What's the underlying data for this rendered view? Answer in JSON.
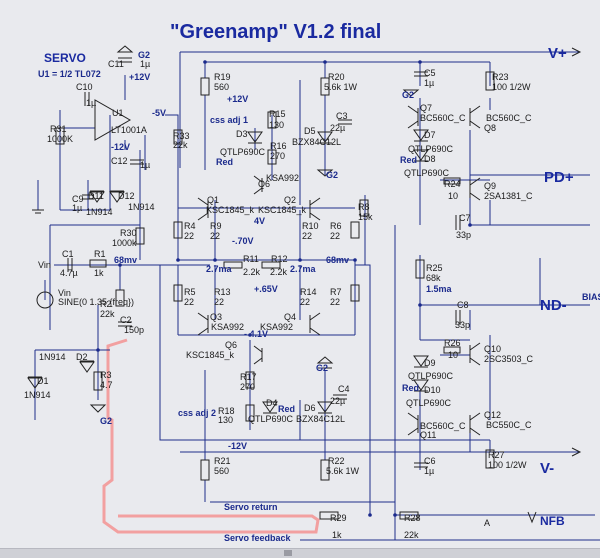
{
  "title": "\"Greenamp\" V1.2 final",
  "rails": {
    "vplus": "V+",
    "pdplus": "PD+",
    "ndminus": "ND-",
    "vminus": "V-",
    "nfb": "NFB",
    "bias": "BIAS",
    "node_a": "A"
  },
  "servo": {
    "heading": "SERVO",
    "subtitle": "U1 = 1/2 TL072",
    "opamp": "U1",
    "opamp_model": "LT1001A",
    "vpos": "+12V",
    "vneg": "-12V",
    "vneg5": "-5V",
    "g2": "G2"
  },
  "labels": {
    "C11": "C11",
    "C11v": "1µ",
    "C10": "C10",
    "C10v": "1µ",
    "R31": "R31",
    "R31v": "1000K",
    "R33": "R33",
    "R33v": "22k",
    "C12": "C12",
    "C12v": "1µ",
    "C9": "C9",
    "C9v": "1µ",
    "D11": "D11",
    "D11m": "1N914",
    "D12": "D12",
    "D12m": "1N914",
    "R30": "R30",
    "R30v": "1000k",
    "C1": "C1",
    "C1v": "4.7µ",
    "R1": "R1",
    "R1v": "1k",
    "Vin": "Vin",
    "Vinsrc": "Vin",
    "sine": "SINE(0 1.35 {freq})",
    "R2": "R2",
    "R2v": "22k",
    "C2": "C2",
    "C2v": "150p",
    "mv68a": "68mv",
    "mv68b": "68mv",
    "D1": "D1",
    "D1m": "1N914",
    "D2": "D2",
    "D2m": "1N914",
    "R3": "R3",
    "R3v": "4.7",
    "G2a": "G2",
    "R19": "R19",
    "R19v": "560",
    "R20": "R20",
    "R20v": "5.6k 1W",
    "R15": "R15",
    "R15v": "130",
    "C3": "C3",
    "C3v": "22µ",
    "cssadj1": "css adj 1",
    "D3": "D3",
    "D3m": "QTLP690C",
    "D3c": "Red",
    "R16": "R16",
    "R16v": "270",
    "D5": "D5",
    "D5m": "BZX84C12L",
    "Q6a": "Q6",
    "Q6am": "KSA992",
    "G2b": "G2",
    "Q1": "Q1",
    "Q1m": "KSC1845_k",
    "Q2": "Q2",
    "Q2m": "KSC1845_k",
    "R8": "R8",
    "R8v": "15k",
    "R4": "R4",
    "R4v": "22",
    "R9": "R9",
    "R9v": "22",
    "R10": "R10",
    "R10v": "22",
    "R6": "R6",
    "R6v": "22",
    "v4": "4V",
    "v070": "-.70V",
    "R11": "R11",
    "R11v": "2.2k",
    "R12": "R12",
    "R12v": "2.2k",
    "ma27a": "2.7ma",
    "ma27b": "2.7ma",
    "v065": "+.65V",
    "R5": "R5",
    "R5v": "22",
    "R13": "R13",
    "R13v": "22",
    "R14": "R14",
    "R14v": "22",
    "R7": "R7",
    "R7v": "22",
    "Q3": "Q3",
    "Q3m": "KSA992",
    "Q4": "Q4",
    "Q4m": "KSA992",
    "v41": "- 4.1V",
    "Q6b": "Q6",
    "Q6bm": "KSC1845_k",
    "R17": "R17",
    "R17v": "270",
    "G2c": "G2",
    "C4": "C4",
    "C4v": "22µ",
    "cssadj2": "css adj 2",
    "R18": "R18",
    "R18v": "130",
    "D4": "D4",
    "D4m": "QTLP690C",
    "D4c": "Red",
    "D6": "D6",
    "D6m": "BZX84C12L",
    "vneg12": "-12V",
    "R21": "R21",
    "R21v": "560",
    "R22": "R22",
    "R22v": "5.6k 1W",
    "C5": "C5",
    "C5v": "1µ",
    "R23": "R23",
    "R23v": "100 1/2W",
    "G2d": "G2",
    "Q7": "Q7",
    "Q7m": "BC560C_C",
    "Q8": "Q8",
    "Q8m": "BC560C_C",
    "D7": "D7",
    "D7m": "QTLP690C",
    "D7c": "Red",
    "D8": "D8",
    "D8m": "QTLP690C",
    "R24": "R24",
    "R24v": "10",
    "Q9": "Q9",
    "Q9m": "2SA1381_C",
    "C7": "C7",
    "C7v": "33p",
    "R25": "R25",
    "R25v": "68k",
    "ma15": "1.5ma",
    "C8": "C8",
    "C8v": "33p",
    "R26": "R26",
    "R26v": "10",
    "D9": "D9",
    "D9m": "QTLP690C",
    "Q10": "Q10",
    "Q10m": "2SC3503_C",
    "D10": "D10",
    "D10m": "QTLP690C",
    "D10c": "Red",
    "Q11": "Q11",
    "Q11m": "BC560C_C",
    "Q12": "Q12",
    "Q12m": "BC550C_C",
    "C6": "C6",
    "C6v": "1µ",
    "R27": "R27",
    "R27v": "100 1/2W",
    "servoreturn": "Servo return",
    "servofeedback": "Servo feedback",
    "R29": "R29",
    "R29v": "1k",
    "R28": "R28",
    "R28v": "22k"
  },
  "colors": {
    "wire": "#1e2e8a",
    "text_accent": "#1a2aa0",
    "highlight": "#f2a0a0",
    "background": "#e9eaee"
  }
}
